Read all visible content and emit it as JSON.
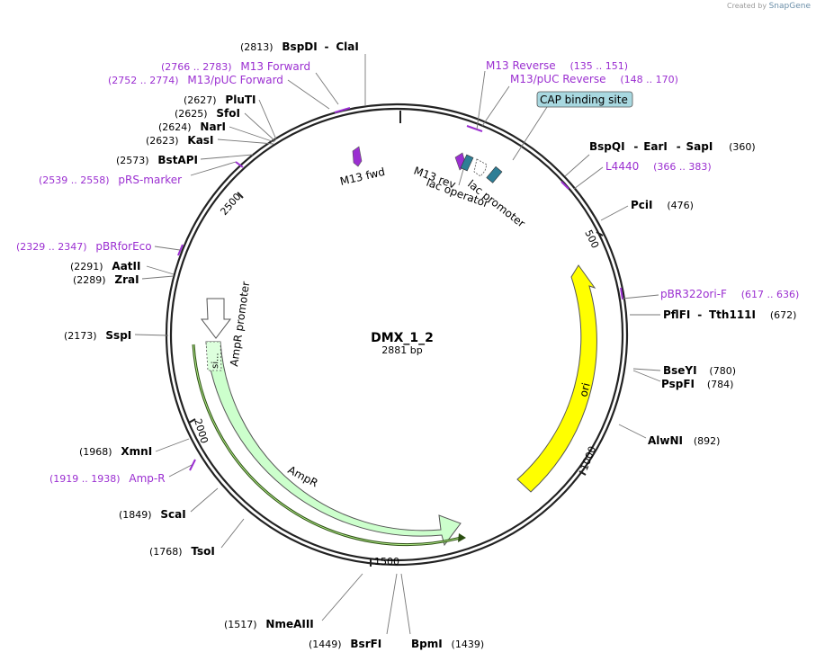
{
  "credit": {
    "prefix": "Created by",
    "brand": "SnapGene"
  },
  "plasmid": {
    "name": "DMX_1_2",
    "length_label": "2881 bp",
    "length": 2881
  },
  "scale_ticks": [
    "500",
    "1000",
    "1500",
    "2000",
    "2500"
  ],
  "sites": [
    {
      "name": "BspDI",
      "extra": "ClaI",
      "pos": "(2813)"
    },
    {
      "name": "PluTI",
      "pos": "(2627)"
    },
    {
      "name": "SfoI",
      "pos": "(2625)"
    },
    {
      "name": "NarI",
      "pos": "(2624)"
    },
    {
      "name": "KasI",
      "pos": "(2623)"
    },
    {
      "name": "BstAPI",
      "pos": "(2573)"
    },
    {
      "name": "AatII",
      "pos": "(2291)"
    },
    {
      "name": "ZraI",
      "pos": "(2289)"
    },
    {
      "name": "SspI",
      "pos": "(2173)"
    },
    {
      "name": "XmnI",
      "pos": "(1968)"
    },
    {
      "name": "ScaI",
      "pos": "(1849)"
    },
    {
      "name": "TsoI",
      "pos": "(1768)"
    },
    {
      "name": "NmeAIII",
      "pos": "(1517)"
    },
    {
      "name": "BsrFI",
      "pos": "(1449)"
    },
    {
      "name": "BpmI",
      "pos": "(1439)"
    },
    {
      "name": "AlwNI",
      "pos": "(892)"
    },
    {
      "name": "BseYI",
      "pos": "(780)"
    },
    {
      "name": "PspFI",
      "pos": "(784)"
    },
    {
      "name": "PflFI",
      "extra": "Tth111I",
      "pos": "(672)"
    },
    {
      "name": "PciI",
      "pos": "(476)"
    },
    {
      "name": "BspQI",
      "extra": "EarI",
      "extra2": "SapI",
      "pos": "(360)"
    }
  ],
  "primers": [
    {
      "name": "M13 Forward",
      "pos": "(2766 .. 2783)"
    },
    {
      "name": "M13/pUC Forward",
      "pos": "(2752 .. 2774)"
    },
    {
      "name": "pRS-marker",
      "pos": "(2539 .. 2558)"
    },
    {
      "name": "pBRforEco",
      "pos": "(2329 .. 2347)"
    },
    {
      "name": "Amp-R",
      "pos": "(1919 .. 1938)"
    },
    {
      "name": "M13 Reverse",
      "pos": "(135 .. 151)"
    },
    {
      "name": "M13/pUC Reverse",
      "pos": "(148 .. 170)"
    },
    {
      "name": "L4440",
      "pos": "(366 .. 383)"
    },
    {
      "name": "pBR322ori-F",
      "pos": "(617 .. 636)"
    }
  ],
  "features": {
    "cap_site": "CAP binding site",
    "m13_fwd": "M13 fwd",
    "m13_rev": "M13 rev",
    "lac_promoter": "lac promoter",
    "lac_operator": "lac operator",
    "ampr_promoter": "AmpR promoter",
    "ampr": "AmpR",
    "ori": "ori",
    "signal": "si..."
  },
  "colors": {
    "primer": "#9b2fd1",
    "ori": "#ffff00",
    "ampr": "#ccffcc",
    "ampr_outline": "#2a4d10",
    "lac": "#2e7e96",
    "cap": "#a8d8e0",
    "m13": "#9b2fd1"
  }
}
